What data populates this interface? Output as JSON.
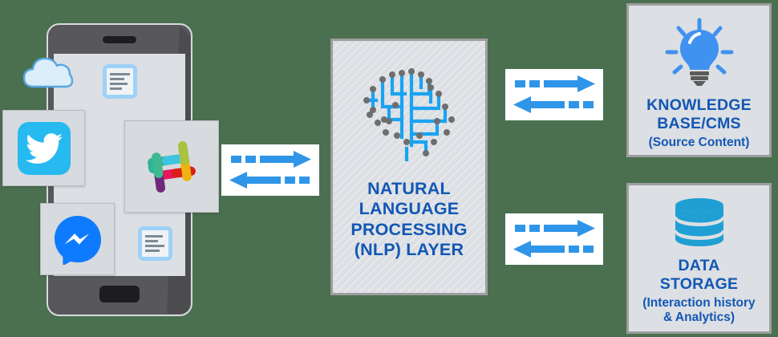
{
  "diagram": {
    "background_color": "#4a7050",
    "panel_fill": "#dcdfe3",
    "panel_border": "#9e9e9e",
    "accent_blue": "#1257b5",
    "arrow_blue": "#2f95e8"
  },
  "left": {
    "device_name": "smartphone",
    "apps": [
      {
        "name": "cloud",
        "icon": "cloud-icon",
        "color": "#d9ecfb"
      },
      {
        "name": "Twitter",
        "icon": "twitter-icon",
        "color": "#1fb0ec"
      },
      {
        "name": "Messenger",
        "icon": "messenger-icon",
        "color": "#0e7bff"
      },
      {
        "name": "Slack",
        "icon": "slack-icon",
        "color": "#e01e5a"
      }
    ],
    "documents": [
      {
        "name": "message-card-1",
        "icon": "document-icon",
        "lines": 4
      },
      {
        "name": "message-card-2",
        "icon": "document-icon",
        "lines": 4
      }
    ]
  },
  "nlp": {
    "icon": "circuit-brain-icon",
    "title_lines": [
      "NATURAL",
      "LANGUAGE",
      "PROCESSING",
      "(NLP) LAYER"
    ],
    "title": "NATURAL LANGUAGE PROCESSING (NLP) LAYER"
  },
  "knowledge_base": {
    "icon": "lightbulb-icon",
    "title_lines": [
      "KNOWLEDGE",
      "BASE/CMS"
    ],
    "title": "KNOWLEDGE BASE/CMS",
    "subtitle": "(Source Content)"
  },
  "data_storage": {
    "icon": "database-icon",
    "title_lines": [
      "DATA",
      "STORAGE"
    ],
    "title": "DATA STORAGE",
    "subtitle_lines": [
      "(Interaction history",
      "& Analytics)"
    ],
    "subtitle": "(Interaction history & Analytics)"
  },
  "arrows": [
    {
      "name": "arrow-device-to-nlp",
      "direction": "bidirectional",
      "style": "dashed-tail"
    },
    {
      "name": "arrow-nlp-to-knowledge-base",
      "direction": "bidirectional",
      "style": "dashed-tail"
    },
    {
      "name": "arrow-nlp-to-data-storage",
      "direction": "bidirectional",
      "style": "dashed-tail"
    }
  ]
}
